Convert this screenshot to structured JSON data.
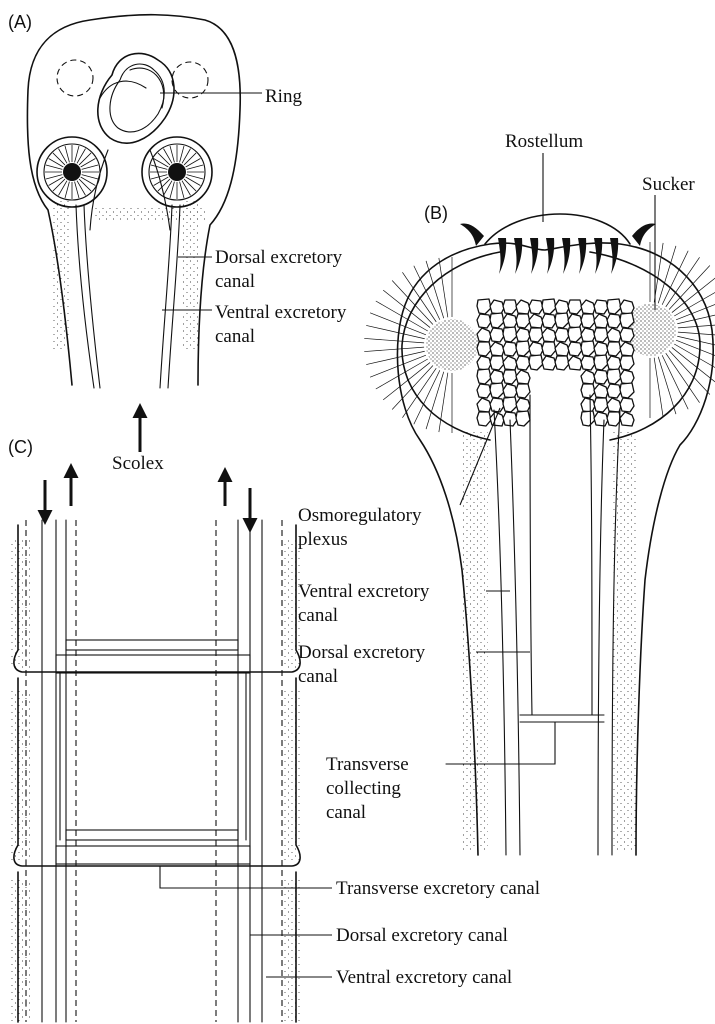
{
  "panels": {
    "a": "(A)",
    "b": "(B)",
    "c": "(C)"
  },
  "panel_a": {
    "ring": "Ring",
    "dorsal": [
      "Dorsal excretory",
      "canal"
    ],
    "ventral": [
      "Ventral excretory",
      "canal"
    ]
  },
  "scolex_arrow": "Scolex",
  "panel_b": {
    "rostellum": "Rostellum",
    "sucker": "Sucker",
    "osmoregulatory": [
      "Osmoregulatory",
      "plexus"
    ],
    "ventral": [
      "Ventral excretory",
      "canal"
    ],
    "dorsal": [
      "Dorsal excretory",
      "canal"
    ],
    "transverse": [
      "Transverse",
      "collecting",
      "canal"
    ]
  },
  "panel_c": {
    "transverse": "Transverse excretory canal",
    "dorsal": "Dorsal excretory canal",
    "ventral": "Ventral excretory canal"
  }
}
